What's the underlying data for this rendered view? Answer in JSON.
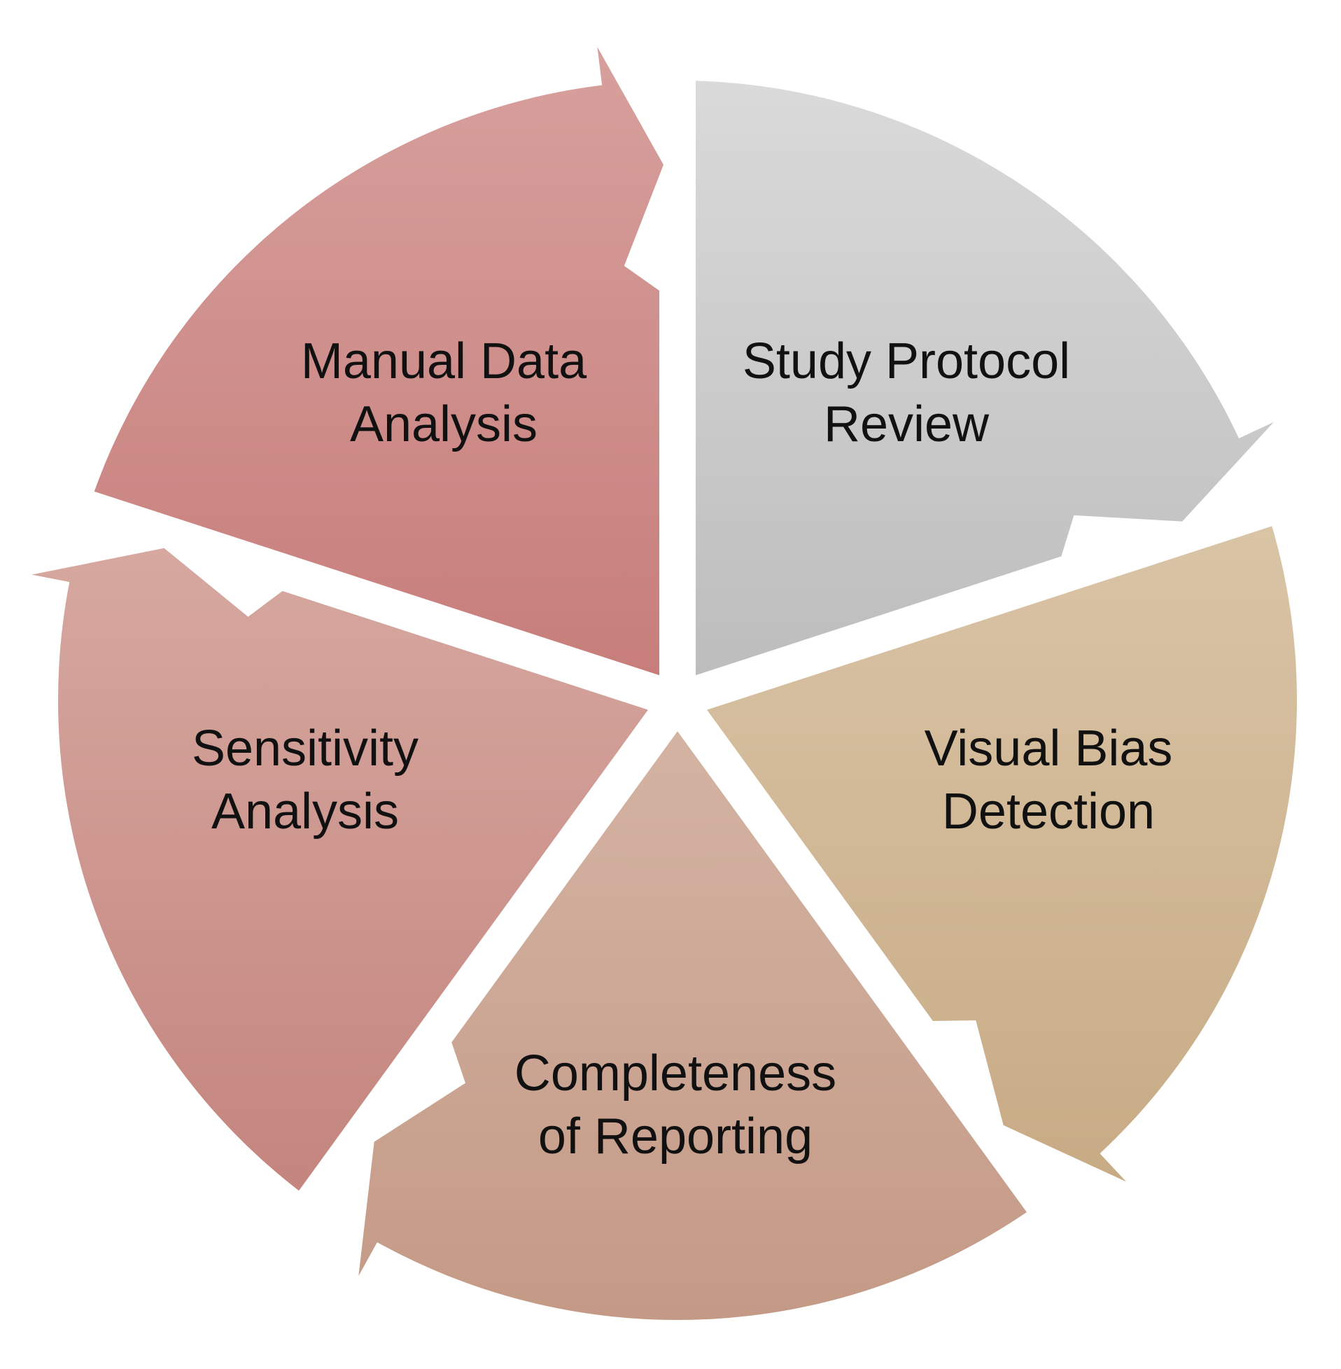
{
  "diagram": {
    "type": "cycle",
    "segments": [
      {
        "id": "study-protocol-review",
        "lines": [
          "Study Protocol",
          "Review"
        ],
        "color_light": "#dadada",
        "color_dark": "#bdbdbd"
      },
      {
        "id": "visual-bias-detection",
        "lines": [
          "Visual Bias",
          "Detection"
        ],
        "color_light": "#d9c4a6",
        "color_dark": "#c8ab85"
      },
      {
        "id": "completeness-of-reporting",
        "lines": [
          "Completeness",
          "of Reporting"
        ],
        "color_light": "#d4b3a3",
        "color_dark": "#c49a86"
      },
      {
        "id": "sensitivity-analysis",
        "lines": [
          "Sensitivity",
          "Analysis"
        ],
        "color_light": "#d6a8a0",
        "color_dark": "#c4857e"
      },
      {
        "id": "manual-data-analysis",
        "lines": [
          "Manual Data",
          "Analysis"
        ],
        "color_light": "#d7a09d",
        "color_dark": "#c77e7b"
      }
    ]
  }
}
